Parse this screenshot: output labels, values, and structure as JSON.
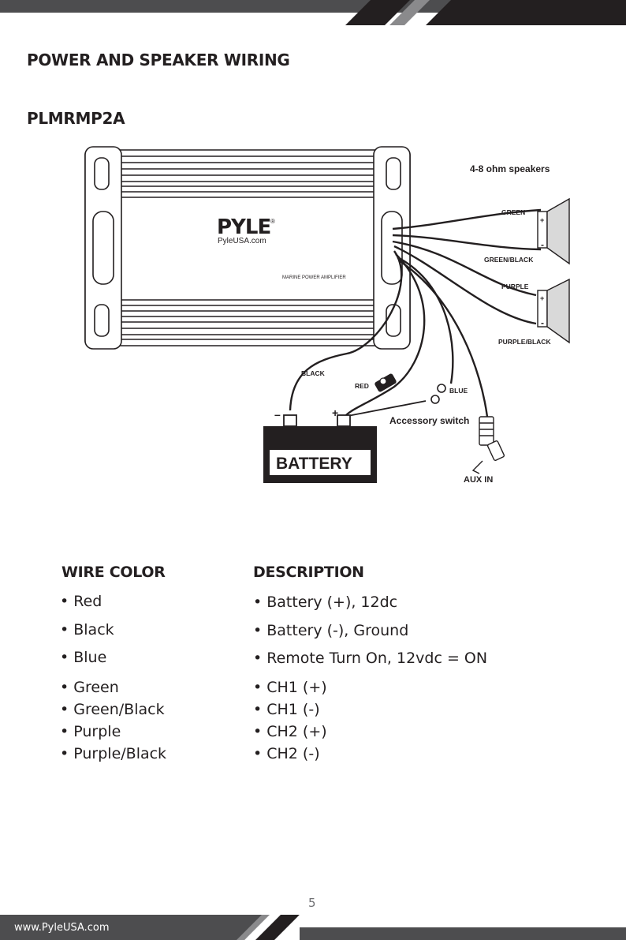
{
  "page": {
    "title": "POWER AND SPEAKER WIRING",
    "model": "PLMRMP2A",
    "page_number": "5",
    "footer_url": "www.PyleUSA.com"
  },
  "diagram": {
    "brand": "PYLE",
    "brand_mark": "®",
    "brand_url": "PyleUSA.com",
    "amp_label": "MARINE POWER AMPLIFIER",
    "speakers_label": "4-8 ohm speakers",
    "wire_green": "GREEN",
    "wire_green_black": "GREEN/BLACK",
    "wire_purple": "PURPLE",
    "wire_purple_black": "PURPLE/BLACK",
    "wire_black": "BLACK",
    "wire_red": "RED",
    "wire_blue": "BLUE",
    "accessory_switch": "Accessory switch",
    "battery_label": "BATTERY",
    "aux_in": "AUX IN",
    "plus": "+",
    "minus": "–",
    "spk_plus": "+",
    "spk_minus": "-"
  },
  "table": {
    "header_color": "WIRE COLOR",
    "header_desc": "DESCRIPTION",
    "rows": [
      {
        "color": "• Red",
        "desc": "• Battery (+), 12dc"
      },
      {
        "color": "• Black",
        "desc": "• Battery (-), Ground"
      },
      {
        "color": "• Blue",
        "desc": "• Remote Turn On, 12vdc = ON"
      },
      {
        "color": "• Green",
        "desc": "• CH1 (+)"
      },
      {
        "color": "• Green/Black",
        "desc": "• CH1 (-)"
      },
      {
        "color": "• Purple",
        "desc": "• CH2 (+)"
      },
      {
        "color": "• Purple/Black",
        "desc": "• CH2 (-)"
      }
    ]
  }
}
